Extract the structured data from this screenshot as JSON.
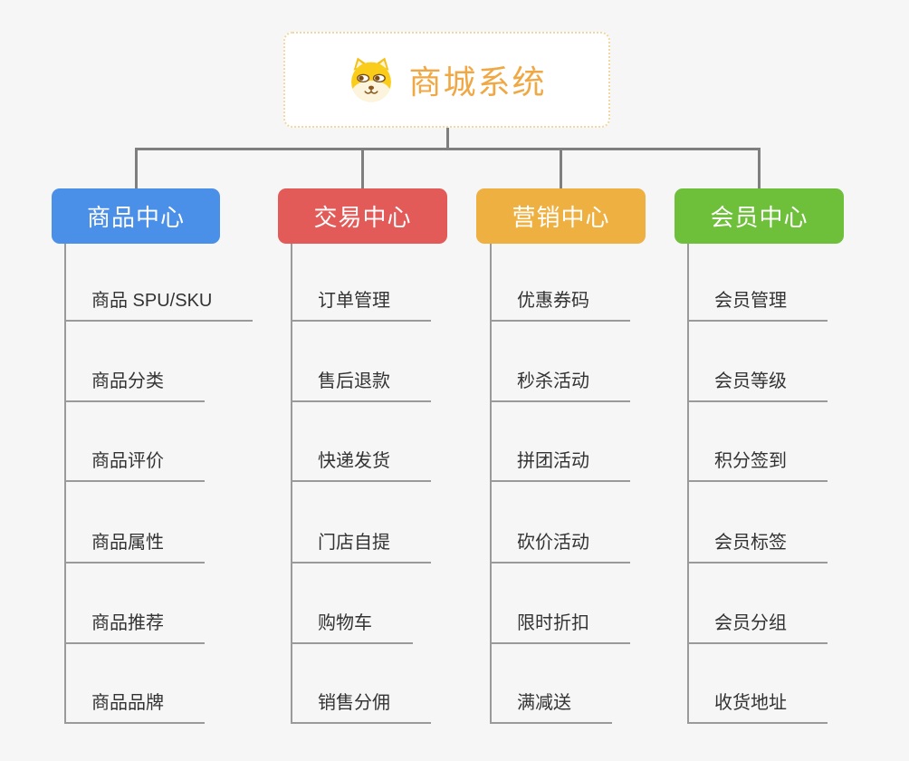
{
  "diagram": {
    "background_color": "#f6f6f6",
    "connector_color": "#7f7f7f",
    "root": {
      "title": "商城系统",
      "title_color": "#efa843",
      "border_color": "#f3d7a2",
      "icon": "dog-face-icon"
    },
    "branches": [
      {
        "label": "商品中心",
        "color": "#4a8fe8",
        "items": [
          "商品 SPU/SKU",
          "商品分类",
          "商品评价",
          "商品属性",
          "商品推荐",
          "商品品牌"
        ]
      },
      {
        "label": "交易中心",
        "color": "#e25b58",
        "items": [
          "订单管理",
          "售后退款",
          "快递发货",
          "门店自提",
          "购物车",
          "销售分佣"
        ]
      },
      {
        "label": "营销中心",
        "color": "#efb042",
        "items": [
          "优惠券码",
          "秒杀活动",
          "拼团活动",
          "砍价活动",
          "限时折扣",
          "满减送"
        ]
      },
      {
        "label": "会员中心",
        "color": "#6ec03a",
        "items": [
          "会员管理",
          "会员等级",
          "积分签到",
          "会员标签",
          "会员分组",
          "收货地址"
        ]
      }
    ]
  }
}
